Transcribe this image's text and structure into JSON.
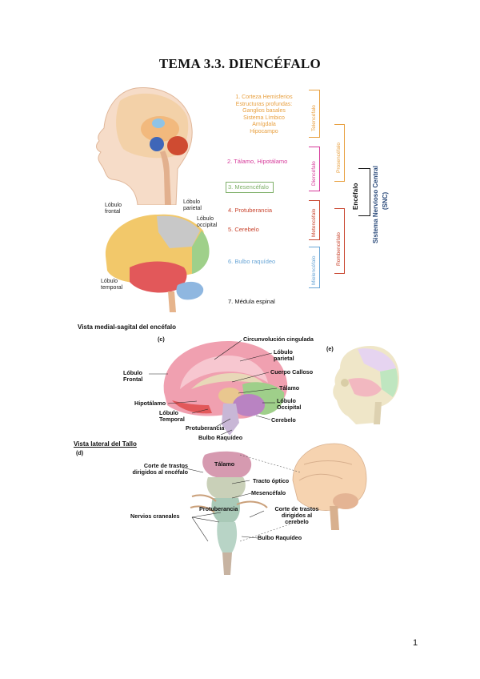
{
  "title": "TEMA 3.3. DIENCÉFALO",
  "page_number": "1",
  "head_fig": {},
  "lobes_fig": {
    "labels": {
      "frontal": "Lóbulo frontal",
      "parietal": "Lóbulo parietal",
      "occipital": "Lóbulo occipital",
      "temporal": "Lóbulo temporal"
    }
  },
  "hierarchy": {
    "item1_lines": [
      "1. Corteza Hemisferios",
      "Estructuras profundas:",
      "Ganglios basales",
      "Sistema Límbico",
      "Amígdala",
      "Hipocampo"
    ],
    "item2": "2. Tálamo, Hipotálamo",
    "item3": "3. Mesencéfalo",
    "item4": "4. Protuberancia",
    "item5": "5. Cerebelo",
    "item6": "6. Bulbo raquídeo",
    "item7": "7. Médula espinal",
    "telencefalo": "Telencéfalo",
    "diencefalo": "Diencéfalo",
    "metencefalo": "Metencéfalo",
    "mielencefalo": "Mielencéfalo",
    "prosencefalo": "Prosencéfalo",
    "rombencefalo": "Rombencéfalo",
    "encefalo": "Encéfalo",
    "snc_line1": "Sistema Nervioso Central",
    "snc_line2": "(SNC)",
    "colors": {
      "telencefalo": "#e8a040",
      "diencefalo": "#d63a9a",
      "mesencefalo": "#7fb069",
      "metencefalo": "#c9452f",
      "mielencefalo": "#6aa6d6",
      "medula": "#111111",
      "snc": "#2b4a7a"
    }
  },
  "sagittal": {
    "section_title": "Vista medial-sagital del encéfalo",
    "marker_c": "(c)",
    "marker_e": "(e)",
    "labels": {
      "cingulada": "Circunvolución cingulada",
      "parietal": "Lóbulo parietal",
      "frontal": "Lóbulo Frontal",
      "calloso": "Cuerpo Calloso",
      "talamo": "Tálamo",
      "hipotalamo": "Hipotálamo",
      "occipital": "Lóbulo Occipital",
      "temporal": "Lóbulo Temporal",
      "cerebelo": "Cerebelo",
      "protuberancia": "Protuberancia",
      "bulbo": "Bulbo Raquídeo"
    }
  },
  "stem": {
    "section_title": "Vista lateral del Tallo",
    "marker_d": "(d)",
    "labels": {
      "talamo": "Tálamo",
      "corte_encefalo": "Corte de trastos dirigidos al encéfalo",
      "tracto_optico": "Tracto óptico",
      "mesencefalo": "Mesencéfalo",
      "protuberancia": "Protuberancia",
      "corte_cerebelo": "Corte de trastos dirigidos al cerebelo",
      "nervios": "Nervios craneales",
      "bulbo": "Bulbo Raquídeo"
    }
  }
}
